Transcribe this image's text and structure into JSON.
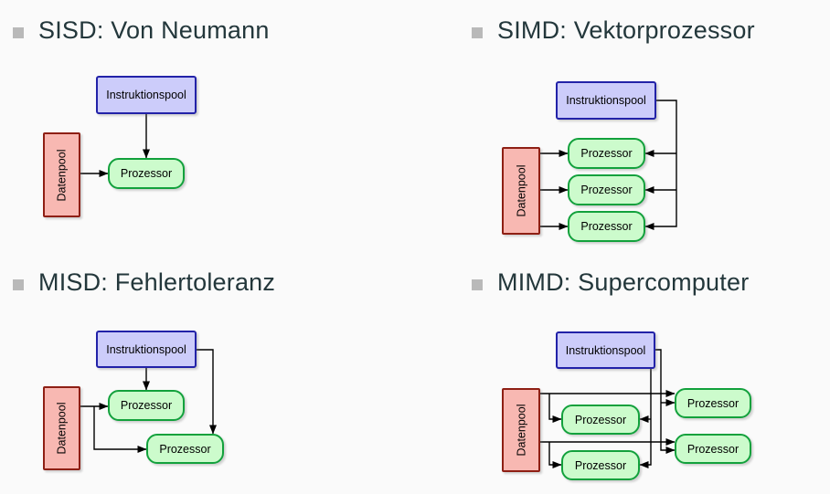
{
  "background": "#fafafa",
  "colors": {
    "heading_text": "#23373b",
    "bullet": "#b9b9b9",
    "line": "#000000",
    "instruction_fill": "#ccccfa",
    "instruction_border": "#2222a8",
    "data_fill": "#f8b8b2",
    "data_border": "#8e1f14",
    "processor_fill": "#ccfbcc",
    "processor_border": "#12a13c",
    "box_text": "#000000"
  },
  "labels": {
    "instruction_pool": "Instruktionspool",
    "data_pool": "Datenpool",
    "processor": "Prozessor"
  },
  "panels": [
    {
      "id": "sisd",
      "heading": "SISD: Von Neumann",
      "processor_count": 1
    },
    {
      "id": "simd",
      "heading": "SIMD: Vektorprozessor",
      "processor_count": 3
    },
    {
      "id": "misd",
      "heading": "MISD: Fehlertoleranz",
      "processor_count": 2
    },
    {
      "id": "mimd",
      "heading": "MIMD: Supercomputer",
      "processor_count": 4
    }
  ]
}
